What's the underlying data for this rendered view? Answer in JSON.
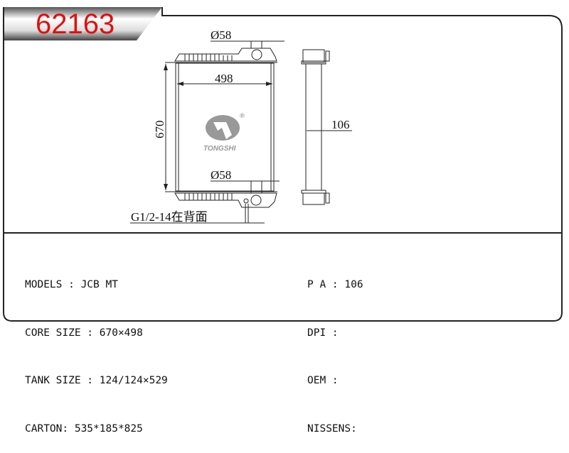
{
  "title": "62163",
  "drawing": {
    "top_port_dim": "Ø58",
    "width_dim": "498",
    "height_dim": "670",
    "bottom_port_dim": "Ø58",
    "depth_dim": "106",
    "drain_note": "G1/2-14在背面",
    "logo_text": "TONGSHI",
    "registered_mark": "®"
  },
  "specs_left": [
    {
      "label": "MODELS : JCB MT"
    },
    {
      "label": "CORE SIZE : 670×498"
    },
    {
      "label": "TANK SIZE : 124/124×529"
    },
    {
      "label": "CARTON: 535*185*825"
    }
  ],
  "specs_right": [
    {
      "label": "P A : 106"
    },
    {
      "label": "DPI :"
    },
    {
      "label": "OEM :"
    },
    {
      "label": "NISSENS:"
    }
  ],
  "colors": {
    "title": "#e01010",
    "line": "#222222"
  }
}
